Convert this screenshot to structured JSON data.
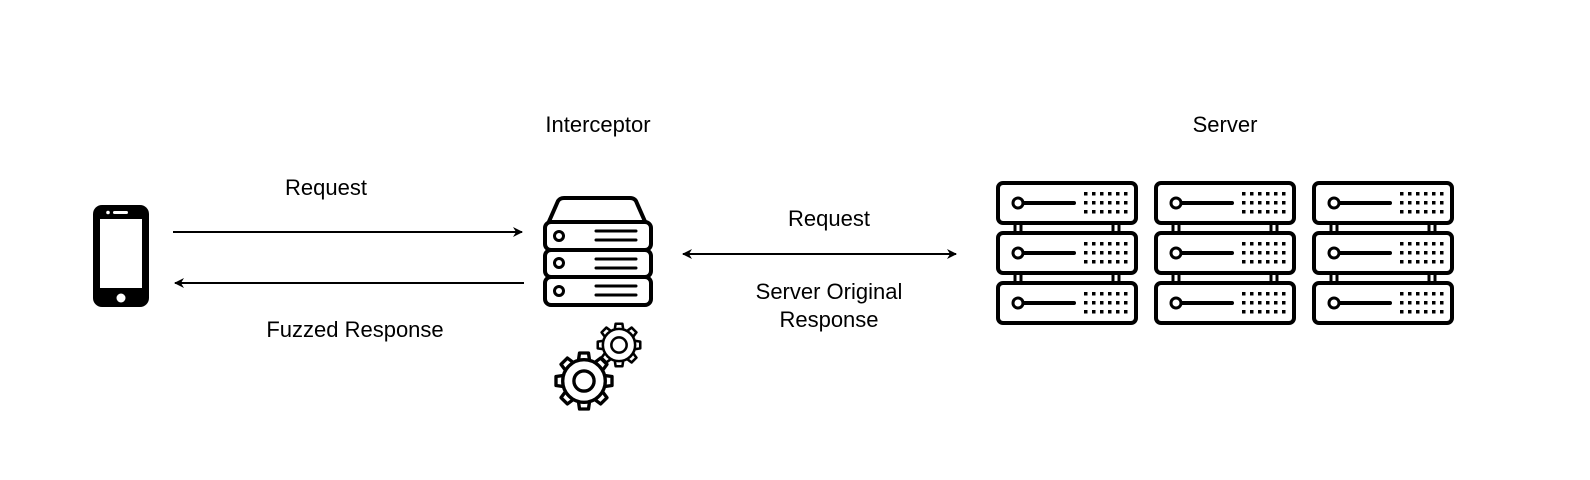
{
  "labels": {
    "interceptor": "Interceptor",
    "server": "Server",
    "request_left": "Request",
    "fuzzed_response": "Fuzzed Response",
    "request_right": "Request",
    "server_original_response_line1": "Server Original",
    "server_original_response_line2": "Response"
  },
  "icons": {
    "phone": "smartphone-icon",
    "interceptor": "server-stack-icon",
    "gears": "gears-icon",
    "server": "server-rack-icon"
  },
  "colors": {
    "stroke": "#000000",
    "background": "#ffffff"
  }
}
